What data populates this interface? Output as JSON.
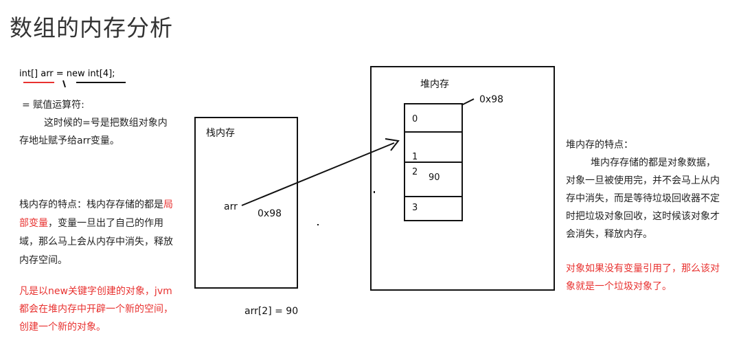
{
  "title": "数组的内存分析",
  "code_line": "int[] arr = new int[4];",
  "assign": {
    "label": "=  赋值运算符:",
    "desc_line1": "这时候的=号是把数组对象内",
    "desc_line2": "存地址赋予给arr变量。"
  },
  "stack_note": {
    "prefix": "栈内存的特点：栈内存存储的都是",
    "red1": "局",
    "line2_red": "部变量",
    "line2_rest": "，变量一旦出了自己的作用",
    "line3": "域，那么马上会从内存中消失，释放",
    "line4": "内存空间。"
  },
  "new_note": {
    "line1": "凡是以new关键字创建的对象，jvm",
    "line2": "都会在堆内存中开辟一个新的空间，",
    "line3": "创建一个新的对象。"
  },
  "stack_box": {
    "label": "栈内存",
    "var_name": "arr",
    "var_value": "0x98"
  },
  "assignment_example": "arr[2] = 90",
  "heap_box": {
    "label": "堆内存",
    "address": "0x98",
    "cells": [
      {
        "index": "0",
        "value": ""
      },
      {
        "index": "1",
        "value": ""
      },
      {
        "index": "2",
        "value": "90"
      },
      {
        "index": "3",
        "value": ""
      }
    ]
  },
  "heap_note": {
    "title": "堆内存的特点：",
    "line1": "堆内存存储的都是对象数据，",
    "line2": "对象一旦被使用完，并不会马上从内",
    "line3": "存中消失，而是等待垃圾回收器不定",
    "line4": "时把垃圾对象回收，这时候该对象才",
    "line5": "会消失，释放内存。"
  },
  "garbage_note": {
    "line1": "对象如果没有变量引用了，那么该对",
    "line2": "象就是一个垃圾对象了。"
  },
  "colors": {
    "red_text": "#e8312f",
    "stroke": "#111111"
  }
}
